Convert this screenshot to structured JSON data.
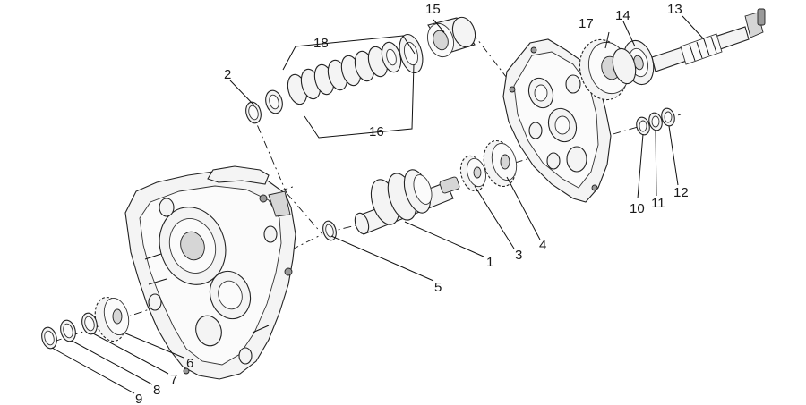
{
  "labels": {
    "l1": "1",
    "l2": "2",
    "l3": "3",
    "l4": "4",
    "l5": "5",
    "l6": "6",
    "l7": "7",
    "l8": "8",
    "l9": "9",
    "l10": "10",
    "l11": "11",
    "l12": "12",
    "l13": "13",
    "l14": "14",
    "l15": "15",
    "l16": "16",
    "l17": "17",
    "l18": "18"
  }
}
